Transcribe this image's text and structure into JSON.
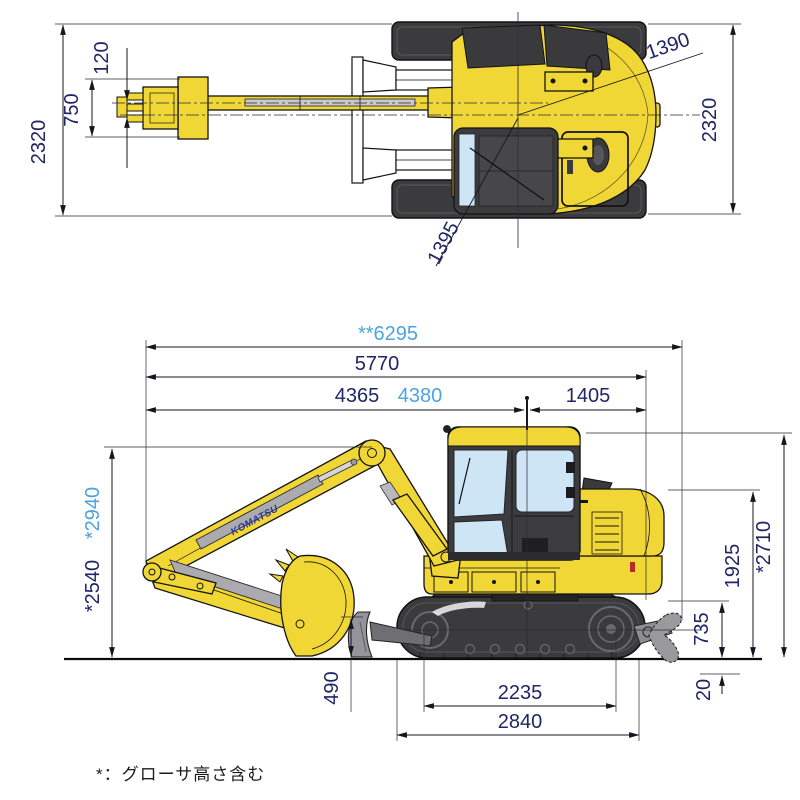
{
  "note": {
    "text": "*：グローサ高さ含む"
  },
  "colors": {
    "machine_yellow": "#f1d735",
    "dim_dark_navy": "#1f2665",
    "dim_highlight_blue": "#4da3e0",
    "track_gray": "#3b3b3d",
    "glass_blue": "#cde5f5",
    "logo_navy": "#2a37a0",
    "blade_gray": "#94949a"
  },
  "top_view": {
    "dims": {
      "overall_width_left": "2320",
      "bucket_width": "750",
      "centerline_offset": "120",
      "overall_width_right": "2320",
      "tail_swing_radius": "1390",
      "front_swing_radius": "1395"
    }
  },
  "side_view": {
    "brand": "KOMATSU",
    "dims": {
      "overall_length_with_blade": "**6295",
      "overall_length": "5770",
      "front_length": "4365",
      "front_length_alt": "4380",
      "rear_length": "1405",
      "transport_height": "*2540",
      "transport_height_alt": "*2940",
      "overall_height": "*2710",
      "hood_height": "1925",
      "blade_raise": "735",
      "blade_drop": "20",
      "blade_height": "490",
      "tumbler_distance": "2235",
      "track_length": "2840"
    }
  }
}
